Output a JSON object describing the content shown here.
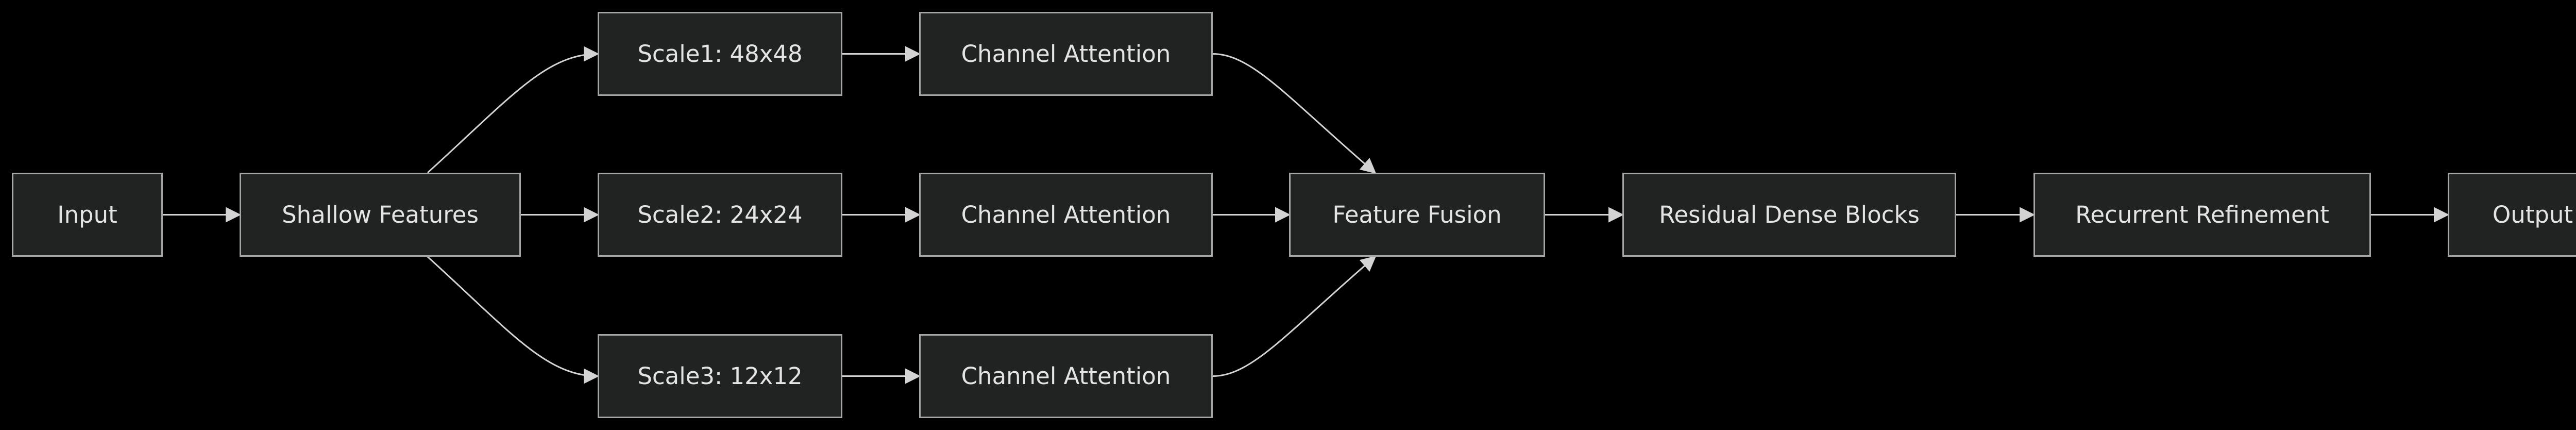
{
  "colors": {
    "background": "#000000",
    "node_fill": "#212323",
    "node_border": "#a6a6a6",
    "edge": "#d3d3d3",
    "text": "#e4e4e4"
  },
  "nodes": [
    {
      "id": "input",
      "label": "Input"
    },
    {
      "id": "shallow",
      "label": "Shallow Features"
    },
    {
      "id": "scale1",
      "label": "Scale1: 48x48"
    },
    {
      "id": "scale2",
      "label": "Scale2: 24x24"
    },
    {
      "id": "scale3",
      "label": "Scale3: 12x12"
    },
    {
      "id": "ca1",
      "label": "Channel Attention"
    },
    {
      "id": "ca2",
      "label": "Channel Attention"
    },
    {
      "id": "ca3",
      "label": "Channel Attention"
    },
    {
      "id": "fusion",
      "label": "Feature Fusion"
    },
    {
      "id": "rdb",
      "label": "Residual Dense Blocks"
    },
    {
      "id": "recurrent",
      "label": "Recurrent Refinement"
    },
    {
      "id": "output",
      "label": "Output"
    }
  ],
  "edges": [
    {
      "from": "input",
      "to": "shallow"
    },
    {
      "from": "shallow",
      "to": "scale1"
    },
    {
      "from": "shallow",
      "to": "scale2"
    },
    {
      "from": "shallow",
      "to": "scale3"
    },
    {
      "from": "scale1",
      "to": "ca1"
    },
    {
      "from": "scale2",
      "to": "ca2"
    },
    {
      "from": "scale3",
      "to": "ca3"
    },
    {
      "from": "ca1",
      "to": "fusion"
    },
    {
      "from": "ca2",
      "to": "fusion"
    },
    {
      "from": "ca3",
      "to": "fusion"
    },
    {
      "from": "fusion",
      "to": "rdb"
    },
    {
      "from": "rdb",
      "to": "recurrent"
    },
    {
      "from": "recurrent",
      "to": "output"
    }
  ]
}
